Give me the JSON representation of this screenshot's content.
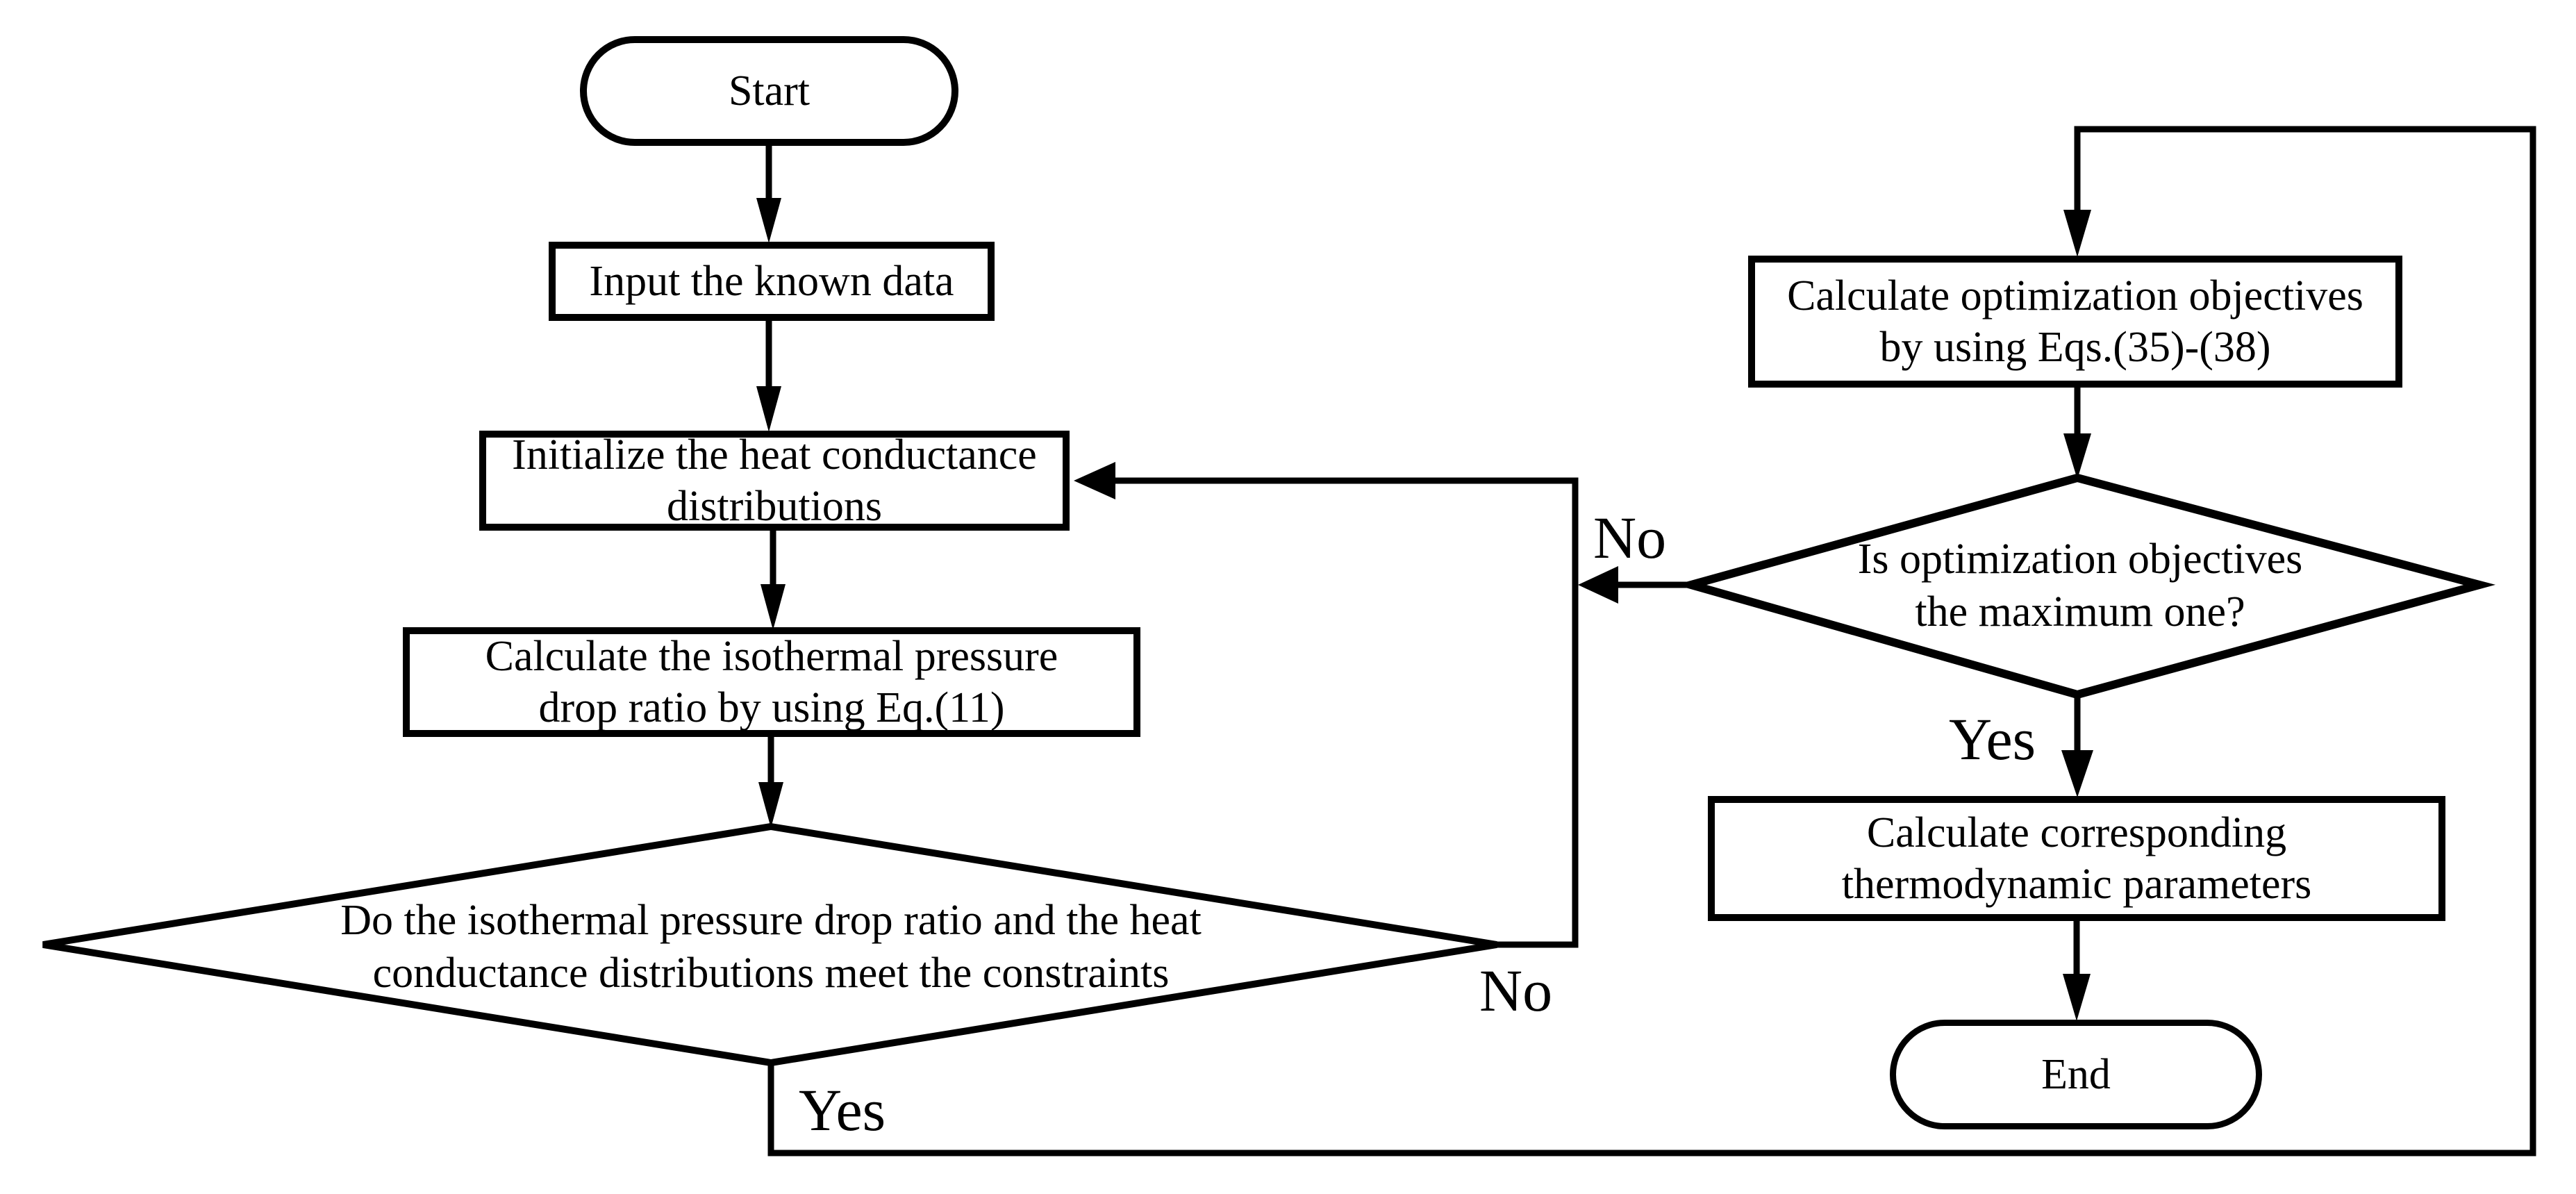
{
  "diagram": {
    "background_color": "#ffffff",
    "line_color": "#000000",
    "nodes": {
      "start": {
        "shape": "terminator",
        "lines": [
          "Start"
        ]
      },
      "input_data": {
        "shape": "process",
        "lines": [
          "Input the known data"
        ]
      },
      "initialize": {
        "shape": "process",
        "lines": [
          "Initialize the heat conductance",
          "distributions"
        ]
      },
      "calc_pressure_ratio": {
        "shape": "process",
        "lines": [
          "Calculate the isothermal pressure",
          "drop ratio by using Eq.(11)"
        ]
      },
      "constraints_decision": {
        "shape": "decision",
        "lines": [
          "Do the isothermal pressure drop ratio  and the heat",
          "conductance distributions meet  the constraints"
        ]
      },
      "calc_objectives": {
        "shape": "process",
        "lines": [
          "Calculate optimization objectives",
          "by using Eqs.(35)-(38)"
        ]
      },
      "maximum_decision": {
        "shape": "decision",
        "lines": [
          "Is optimization objectives",
          "the maximum one?"
        ]
      },
      "calc_thermo_params": {
        "shape": "process",
        "lines": [
          "Calculate corresponding",
          "thermodynamic parameters"
        ]
      },
      "end": {
        "shape": "terminator",
        "lines": [
          "End"
        ]
      }
    },
    "edge_labels": {
      "constraints_no": "No",
      "constraints_yes": "Yes",
      "maximum_no": "No",
      "maximum_yes": "Yes"
    }
  }
}
